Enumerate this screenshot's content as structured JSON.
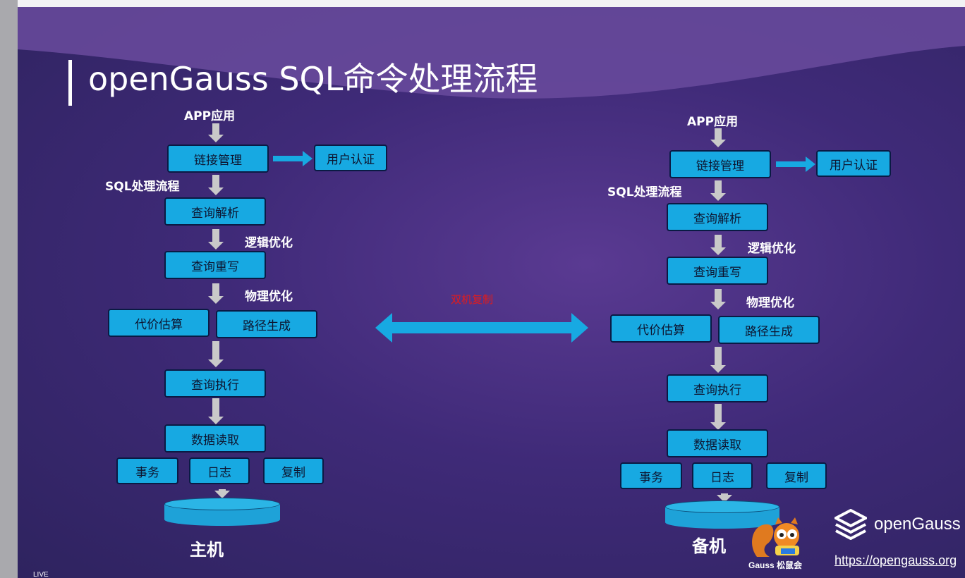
{
  "slide": {
    "title": "openGauss SQL命令处理流程",
    "center_label": "双机复制",
    "corner_text": "LIVE",
    "logo_text": "openGauss",
    "url": "https://opengauss.org",
    "mascot_label": "Gauss 松鼠会"
  },
  "primary": {
    "host_label": "主机",
    "app_label": "APP应用",
    "conn_box": "链接管理",
    "auth_box": "用户认证",
    "sql_label": "SQL处理流程",
    "parse_box": "查询解析",
    "logic_label": "逻辑优化",
    "rewrite_box": "查询重写",
    "phys_label": "物理优化",
    "cost_box": "代价估算",
    "path_box": "路径生成",
    "exec_box": "查询执行",
    "read_box": "数据读取",
    "txn_box": "事务",
    "log_box": "日志",
    "repl_box": "复制"
  },
  "standby": {
    "host_label": "备机",
    "app_label": "APP应用",
    "conn_box": "链接管理",
    "auth_box": "用户认证",
    "sql_label": "SQL处理流程",
    "parse_box": "查询解析",
    "logic_label": "逻辑优化",
    "rewrite_box": "查询重写",
    "phys_label": "物理优化",
    "cost_box": "代价估算",
    "path_box": "路径生成",
    "exec_box": "查询执行",
    "read_box": "数据读取",
    "txn_box": "事务",
    "log_box": "日志",
    "repl_box": "复制"
  },
  "colors": {
    "box": "#17a9e2",
    "arrow": "#c9c9c9",
    "center_label": "#e31b1b"
  }
}
